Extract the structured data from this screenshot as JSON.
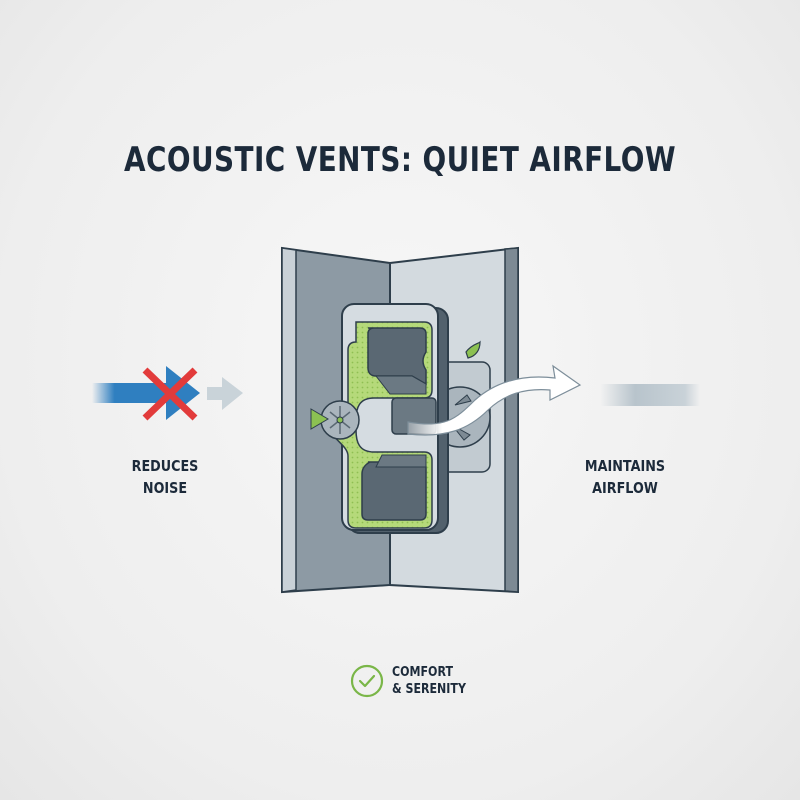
{
  "title": "ACOUSTIC VENTS: QUIET AIRFLOW",
  "left_callout": {
    "line1": "REDUCES",
    "line2": "NOISE",
    "icon": "blocked-sound-arrow-icon"
  },
  "right_callout": {
    "line1": "MAINTAINS",
    "line2": "AIRFLOW",
    "icon": "airflow-arrow-icon"
  },
  "badge": {
    "line1": "COMFORT",
    "line2": "& SERENITY",
    "icon": "check-circle-icon"
  },
  "colors": {
    "title": "#1c2a3a",
    "noise_arrow": "#2f7fc0",
    "block_x": "#e23b3b",
    "foam_green": "#a9d46a",
    "accent_green": "#7ab648",
    "wall_dark": "#8d9aa4",
    "wall_light": "#d3dadf",
    "outline": "#2e3e4b"
  }
}
